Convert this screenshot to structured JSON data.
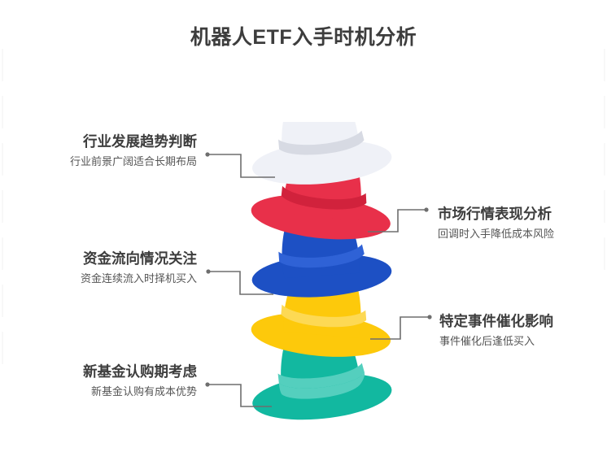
{
  "page": {
    "title": "机器人ETF入手时机分析",
    "background_color": "#ffffff",
    "title_color": "#3d3d3d"
  },
  "graphic": {
    "name": "stacked-hats-illustration",
    "description": "五顶叠放的礼帽",
    "hats": [
      {
        "id": "hat-white",
        "color": "#eff1f7",
        "band_color": "#d7dae3",
        "shade_color": "#e2e5ee",
        "rotate": -5,
        "order": 1
      },
      {
        "id": "hat-red",
        "color": "#e8304a",
        "band_color": "#d1223c",
        "shade_color": "#da2b43",
        "rotate": 6,
        "order": 2
      },
      {
        "id": "hat-blue",
        "color": "#1d50c4",
        "band_color": "#2f62d6",
        "shade_color": "#1a47b0",
        "rotate": -4,
        "order": 3
      },
      {
        "id": "hat-yellow",
        "color": "#fdc90b",
        "band_color": "#fdd954",
        "shade_color": "#f5bf05",
        "rotate": 5,
        "order": 4
      },
      {
        "id": "hat-teal",
        "color": "#12b8a0",
        "band_color": "#54cfbe",
        "shade_color": "#0fa893",
        "rotate": -6,
        "order": 5
      }
    ]
  },
  "connectors": {
    "line_color": "#6e6e6e",
    "dot_color": "#6e6e6e"
  },
  "items": [
    {
      "id": "item-industry-trend",
      "side": "left",
      "title": "行业发展趋势判断",
      "subtitle": "行业前景广阔适合长期布局"
    },
    {
      "id": "item-market-performance",
      "side": "right",
      "title": "市场行情表现分析",
      "subtitle": "回调时入手降低成本风险"
    },
    {
      "id": "item-capital-flow",
      "side": "left",
      "title": "资金流向情况关注",
      "subtitle": "资金连续流入时择机买入"
    },
    {
      "id": "item-event-catalyst",
      "side": "right",
      "title": "特定事件催化影响",
      "subtitle": "事件催化后逢低买入"
    },
    {
      "id": "item-new-fund",
      "side": "left",
      "title": "新基金认购期考虑",
      "subtitle": "新基金认购有成本优势"
    }
  ]
}
